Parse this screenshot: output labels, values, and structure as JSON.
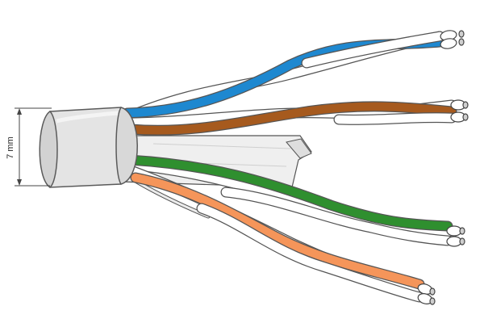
{
  "dimension": {
    "label": "7 mm"
  },
  "pairs": [
    {
      "name": "blue",
      "color": "#1e88d0",
      "stripe": "#ffffff"
    },
    {
      "name": "brown",
      "color": "#a65a1e",
      "stripe": "#ffffff"
    },
    {
      "name": "green",
      "color": "#2f8f2f",
      "stripe": "#ffffff"
    },
    {
      "name": "orange",
      "color": "#f5955a",
      "stripe": "#ffffff"
    }
  ],
  "jacket_color": "#e4e4e4",
  "outline_color": "#5a5a5a"
}
